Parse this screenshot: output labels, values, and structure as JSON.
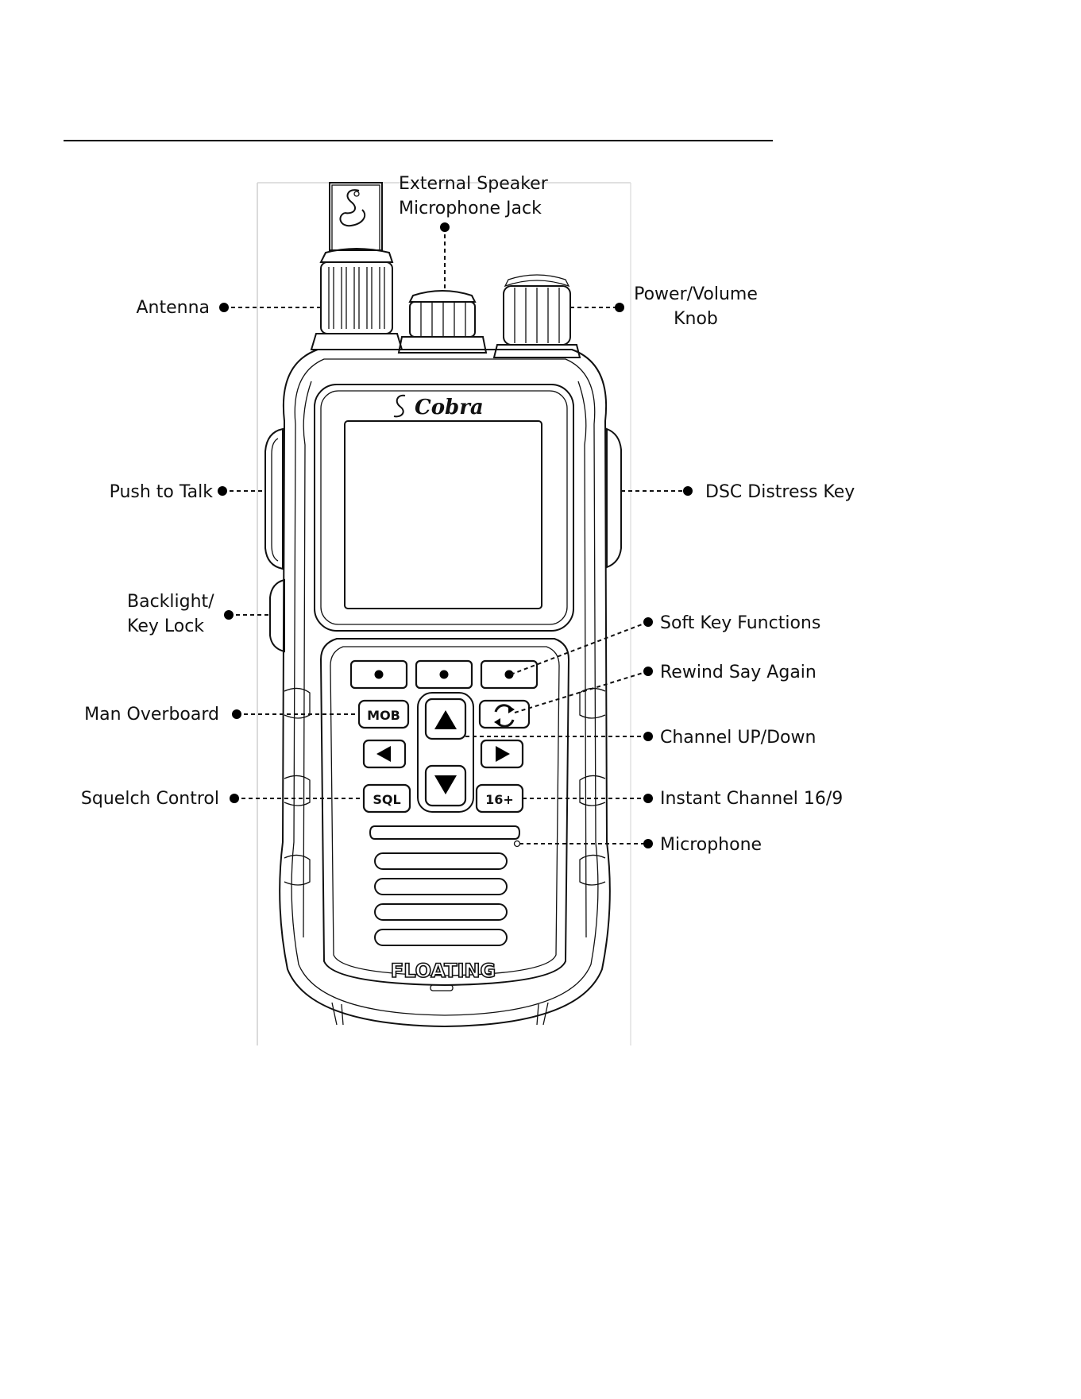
{
  "labels": {
    "external_speaker_line1": "External Speaker",
    "external_speaker_line2": "Microphone Jack",
    "antenna": "Antenna",
    "power_volume_line1": "Power/Volume",
    "power_volume_line2": "Knob",
    "push_to_talk": "Push to Talk",
    "dsc_distress_key": "DSC Distress Key",
    "backlight_line1": "Backlight/",
    "backlight_line2": "Key Lock",
    "soft_key_functions": "Soft Key Functions",
    "rewind_say_again": "Rewind Say Again",
    "man_overboard": "Man Overboard",
    "channel_up_down": "Channel UP/Down",
    "squelch_control": "Squelch Control",
    "instant_channel": "Instant Channel 16/9",
    "microphone": "Microphone"
  },
  "device": {
    "brand": "Cobra",
    "key_mob": "MOB",
    "key_sql": "SQL",
    "key_16": "16+",
    "floating": "FLOATING"
  },
  "icons": [
    "arrow-up-icon",
    "arrow-down-icon",
    "arrow-left-icon",
    "arrow-right-icon",
    "rewind-icon",
    "cobra-snake-logo-icon"
  ]
}
